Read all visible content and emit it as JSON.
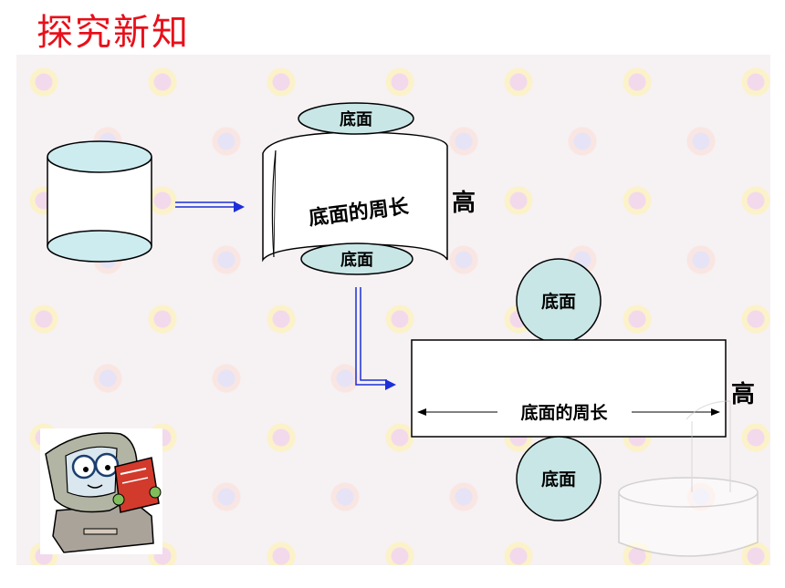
{
  "title": "探究新知",
  "labels": {
    "base_top": "底面",
    "base_bottom": "底面",
    "curved_circumference": "底面的周长",
    "curved_height": "高",
    "rect_circle_top": "底面",
    "rect_circle_bottom": "底面",
    "rect_circumference": "底面的周长",
    "rect_height": "高"
  },
  "colors": {
    "title": "#e8101a",
    "cylinder_fill": "#cdecf0",
    "circle_fill": "#c9e6e6",
    "arrow": "#1c2fd8"
  }
}
